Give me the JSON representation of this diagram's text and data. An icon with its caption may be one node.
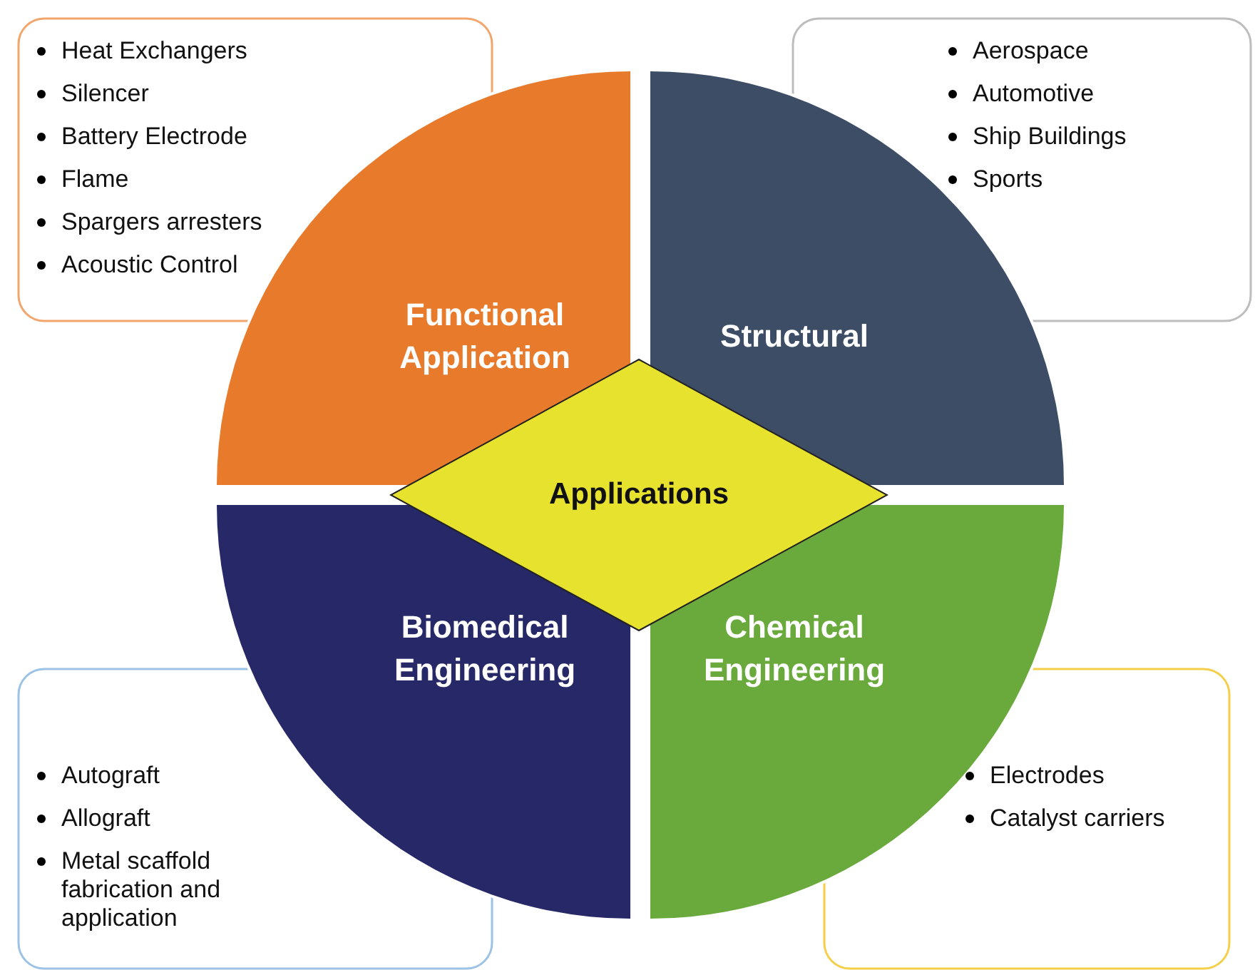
{
  "diagram": {
    "nodes": [
      {
        "text": [
          "Heat Exchangers",
          "Silencer",
          "Battery Electrode",
          "Flame",
          "Spargers arresters",
          "Acoustic Control"
        ]
      },
      {
        "text": [
          "Aerospace",
          "Automotive",
          "Ship Buildings",
          "Sports"
        ]
      },
      {
        "text": [
          "Functional Application"
        ]
      },
      {
        "text": [
          "Structural"
        ]
      },
      {
        "text": [
          "Applications"
        ]
      },
      {
        "text": [
          "Biomedical Engineering"
        ]
      },
      {
        "text": [
          "Chemical Engineering"
        ]
      },
      {
        "text": [
          "Autograft",
          "Allograft",
          "Metal scaffold fabrication and application"
        ]
      },
      {
        "text": [
          "Electrodes",
          "Catalyst carriers"
        ]
      }
    ]
  }
}
